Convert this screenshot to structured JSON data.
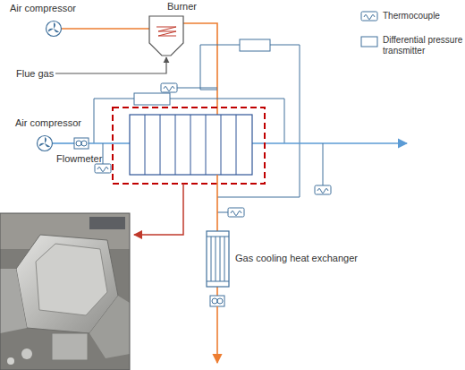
{
  "diagram": {
    "nodes": [
      {
        "text": [
          "Air compressor"
        ]
      },
      {
        "text": [
          "Burner"
        ]
      },
      {
        "text": [
          "Air compressor"
        ]
      },
      {
        "text": [
          "Flowmeter"
        ]
      },
      {
        "text": [
          "Gas cooling heat exchanger"
        ]
      }
    ],
    "edges": [
      {
        "from": 0,
        "to": 1,
        "arrow": "none"
      },
      {
        "from": 2,
        "to": 3,
        "arrow": "none"
      }
    ],
    "labels": [
      "Flue gas"
    ],
    "legend": [
      {
        "text": "Thermocouple"
      },
      {
        "text": "Differential pressure transmitter"
      }
    ]
  }
}
